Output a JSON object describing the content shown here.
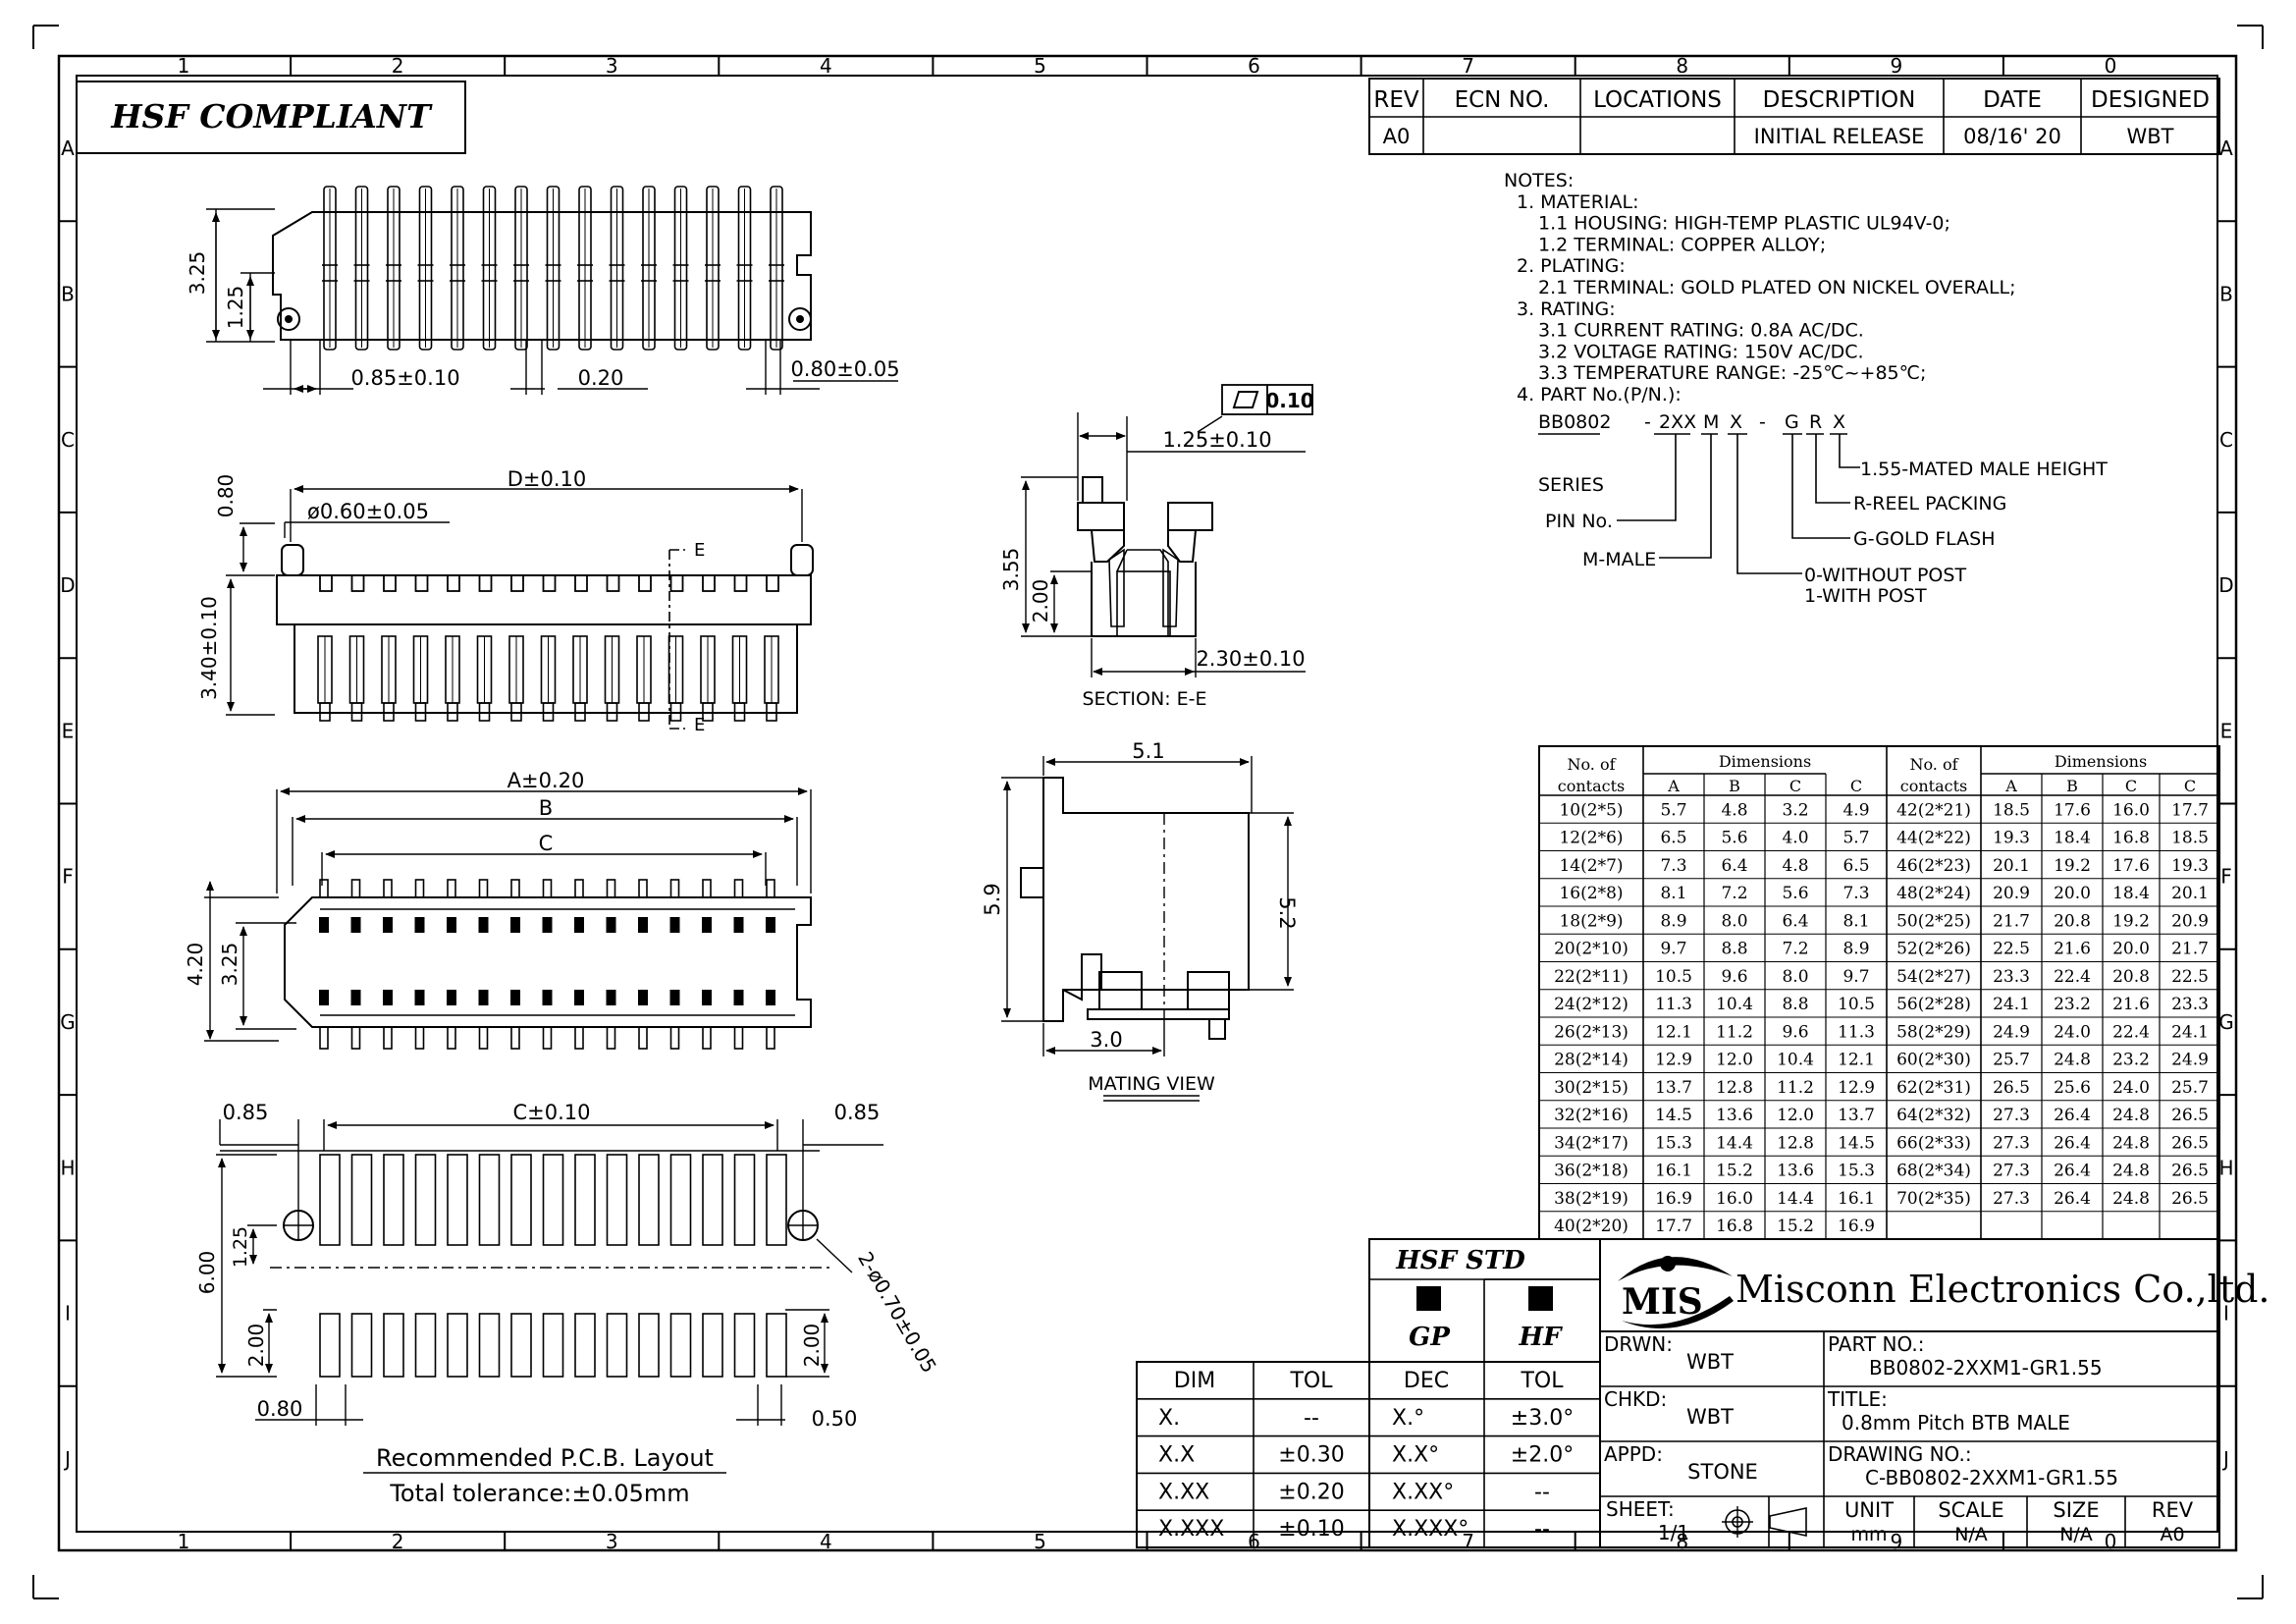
{
  "border_cols": [
    "1",
    "2",
    "3",
    "4",
    "5",
    "6",
    "7",
    "8",
    "9",
    "0"
  ],
  "border_rows": [
    "A",
    "B",
    "C",
    "D",
    "E",
    "F",
    "G",
    "H",
    "I",
    "J"
  ],
  "compliance_label": "HSF COMPLIANT",
  "revision": {
    "headers": [
      "REV",
      "ECN NO.",
      "LOCATIONS",
      "DESCRIPTION",
      "DATE",
      "DESIGNED"
    ],
    "row": [
      "A0",
      "",
      "",
      "INITIAL RELEASE",
      "08/16' 20",
      "WBT"
    ]
  },
  "notes": [
    "NOTES:",
    "1. MATERIAL:",
    "1.1 HOUSING: HIGH-TEMP PLASTIC UL94V-0;",
    "1.2 TERMINAL: COPPER ALLOY;",
    "2. PLATING:",
    "2.1 TERMINAL: GOLD PLATED ON NICKEL OVERALL;",
    "3. RATING:",
    "3.1 CURRENT RATING: 0.8A AC/DC.",
    "3.2 VOLTAGE RATING: 150V AC/DC.",
    "3.3 TEMPERATURE RANGE: -25℃~+85℃;",
    "4. PART No.(P/N.):"
  ],
  "part_number_code": {
    "segments": [
      "BB0802",
      "-",
      "2XX",
      "M",
      "X",
      "-",
      "G",
      "R",
      "X"
    ],
    "legend": {
      "series": "SERIES",
      "pin_no": "PIN No.",
      "male": "M-MALE",
      "post0": "0-WITHOUT POST",
      "post1": "1-WITH POST",
      "gold": "G-GOLD FLASH",
      "reel": "R-REEL PACKING",
      "height": "1.55-MATED MALE HEIGHT"
    }
  },
  "dims": {
    "top_325": "3.25",
    "top_125": "1.25",
    "top_085": "0.85±0.10",
    "top_020": "0.20",
    "top_080": "0.80±0.05",
    "front_d": "D±0.10",
    "front_080": "0.80",
    "front_phi": "ø0.60±0.05",
    "front_340": "3.40±0.10",
    "front_e_top": "E",
    "front_e_bot": "E",
    "bot_a": "A±0.20",
    "bot_b": "B",
    "bot_c": "C",
    "bot_420": "4.20",
    "bot_325": "3.25",
    "sec_flat": "0.10",
    "sec_125": "1.25±0.10",
    "sec_355": "3.55",
    "sec_200": "2.00",
    "sec_230": "2.30±0.10",
    "sec_label": "SECTION: E-E",
    "mv_51": "5.1",
    "mv_59": "5.9",
    "mv_52": "5.2",
    "mv_30": "3.0",
    "mv_label": "MATING VIEW",
    "pcb_085l": "0.85",
    "pcb_c": "C±0.10",
    "pcb_085r": "0.85",
    "pcb_600": "6.00",
    "pcb_125": "1.25",
    "pcb_200l": "2.00",
    "pcb_200r": "2.00",
    "pcb_hole": "2-ø0.70±0.05",
    "pcb_080": "0.80",
    "pcb_050": "0.50",
    "pcb_title": "Recommended P.C.B. Layout",
    "pcb_tol": "Total tolerance:±0.05mm"
  },
  "dim_table": {
    "h_contacts": [
      "No. of",
      "contacts"
    ],
    "h_dimensions": "Dimensions",
    "cols": [
      "A",
      "B",
      "C"
    ],
    "left": [
      [
        "10(2*5)",
        "5.7",
        "4.8",
        "3.2",
        "4.9"
      ],
      [
        "12(2*6)",
        "6.5",
        "5.6",
        "4.0",
        "5.7"
      ],
      [
        "14(2*7)",
        "7.3",
        "6.4",
        "4.8",
        "6.5"
      ],
      [
        "16(2*8)",
        "8.1",
        "7.2",
        "5.6",
        "7.3"
      ],
      [
        "18(2*9)",
        "8.9",
        "8.0",
        "6.4",
        "8.1"
      ],
      [
        "20(2*10)",
        "9.7",
        "8.8",
        "7.2",
        "8.9"
      ],
      [
        "22(2*11)",
        "10.5",
        "9.6",
        "8.0",
        "9.7"
      ],
      [
        "24(2*12)",
        "11.3",
        "10.4",
        "8.8",
        "10.5"
      ],
      [
        "26(2*13)",
        "12.1",
        "11.2",
        "9.6",
        "11.3"
      ],
      [
        "28(2*14)",
        "12.9",
        "12.0",
        "10.4",
        "12.1"
      ],
      [
        "30(2*15)",
        "13.7",
        "12.8",
        "11.2",
        "12.9"
      ],
      [
        "32(2*16)",
        "14.5",
        "13.6",
        "12.0",
        "13.7"
      ],
      [
        "34(2*17)",
        "15.3",
        "14.4",
        "12.8",
        "14.5"
      ],
      [
        "36(2*18)",
        "16.1",
        "15.2",
        "13.6",
        "15.3"
      ],
      [
        "38(2*19)",
        "16.9",
        "16.0",
        "14.4",
        "16.1"
      ],
      [
        "40(2*20)",
        "17.7",
        "16.8",
        "15.2",
        "16.9"
      ]
    ],
    "right": [
      [
        "42(2*21)",
        "18.5",
        "17.6",
        "16.0",
        "17.7"
      ],
      [
        "44(2*22)",
        "19.3",
        "18.4",
        "16.8",
        "18.5"
      ],
      [
        "46(2*23)",
        "20.1",
        "19.2",
        "17.6",
        "19.3"
      ],
      [
        "48(2*24)",
        "20.9",
        "20.0",
        "18.4",
        "20.1"
      ],
      [
        "50(2*25)",
        "21.7",
        "20.8",
        "19.2",
        "20.9"
      ],
      [
        "52(2*26)",
        "22.5",
        "21.6",
        "20.0",
        "21.7"
      ],
      [
        "54(2*27)",
        "23.3",
        "22.4",
        "20.8",
        "22.5"
      ],
      [
        "56(2*28)",
        "24.1",
        "23.2",
        "21.6",
        "23.3"
      ],
      [
        "58(2*29)",
        "24.9",
        "24.0",
        "22.4",
        "24.1"
      ],
      [
        "60(2*30)",
        "25.7",
        "24.8",
        "23.2",
        "24.9"
      ],
      [
        "62(2*31)",
        "26.5",
        "25.6",
        "24.0",
        "25.7"
      ],
      [
        "64(2*32)",
        "27.3",
        "26.4",
        "24.8",
        "26.5"
      ],
      [
        "66(2*33)",
        "27.3",
        "26.4",
        "24.8",
        "26.5"
      ],
      [
        "68(2*34)",
        "27.3",
        "26.4",
        "24.8",
        "26.5"
      ],
      [
        "70(2*35)",
        "27.3",
        "26.4",
        "24.8",
        "26.5"
      ]
    ]
  },
  "tolerance": {
    "h_dim": "DIM",
    "h_tol": "TOL",
    "rows": [
      [
        "X.",
        "--"
      ],
      [
        "X.X",
        "±0.30"
      ],
      [
        "X.XX",
        "±0.20"
      ],
      [
        "X.XXX",
        "±0.10"
      ]
    ],
    "h_dec": "DEC",
    "h_tol2": "TOL",
    "angle_rows": [
      [
        "X.°",
        "±3.0°"
      ],
      [
        "X.X°",
        "±2.0°"
      ],
      [
        "X.XX°",
        "--"
      ],
      [
        "X.XXX°",
        "--"
      ]
    ]
  },
  "hsf_std": {
    "title": "HSF STD",
    "gp": "GP",
    "hf": "HF"
  },
  "company": {
    "logo_text": "MIS",
    "name": "Misconn Electronics Co.,ltd."
  },
  "title_block": {
    "drwn_label": "DRWN:",
    "drwn": "WBT",
    "chkd_label": "CHKD:",
    "chkd": "WBT",
    "appd_label": "APPD:",
    "appd": "STONE",
    "part_label": "PART NO.:",
    "part": "BB0802-2XXM1-GR1.55",
    "title_label": "TITLE:",
    "title": "0.8mm Pitch BTB MALE",
    "dwg_label": "DRAWING NO.:",
    "dwg": "C-BB0802-2XXM1-GR1.55",
    "sheet_label": "SHEET:",
    "sheet": "1/1",
    "unit_label": "UNIT",
    "unit": "mm",
    "scale_label": "SCALE",
    "scale": "N/A",
    "size_label": "SIZE",
    "size": "N/A",
    "rev_label": "REV",
    "rev": "A0"
  }
}
